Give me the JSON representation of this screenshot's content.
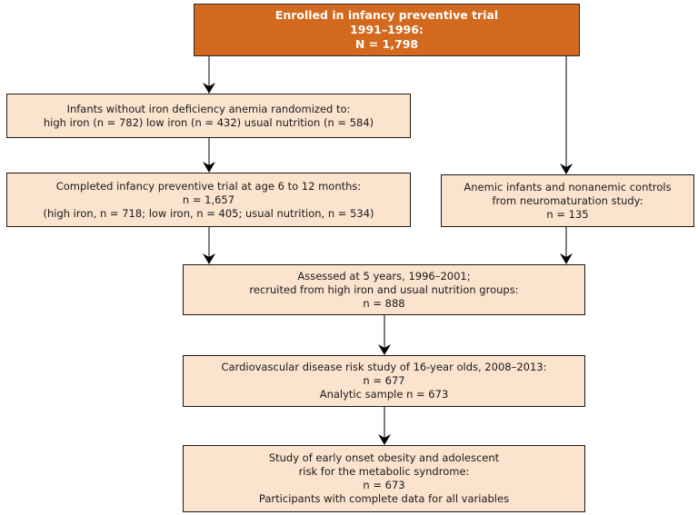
{
  "figure": {
    "type": "flowchart",
    "description": "Participant flow diagram of an infancy preventive trial followed to adolescence"
  },
  "colors": {
    "highlight_box_bg": "#d2691e",
    "highlight_box_text": "#ffffff",
    "box_bg": "#fbe3ce",
    "box_border": "#1a1a1a",
    "box_text": "#1a1a1a",
    "arrow": "#000000"
  },
  "boxes": {
    "enrolled": {
      "lines": [
        "Enrolled in infancy preventive trial",
        "1991–1996:",
        "N = 1,798"
      ]
    },
    "randomized": {
      "lines": [
        "Infants without iron deficiency anemia randomized to:",
        "high iron (n = 782) low iron (n = 432) usual nutrition (n = 584)"
      ]
    },
    "completed": {
      "lines": [
        "Completed infancy preventive trial at age 6 to 12 months:",
        "n = 1,657",
        "(high iron, n = 718; low iron, n = 405; usual nutrition, n = 534)"
      ]
    },
    "anemic": {
      "lines": [
        "Anemic infants and nonanemic controls",
        "from neuromaturation study:",
        "n = 135"
      ]
    },
    "assessed": {
      "lines": [
        "Assessed at 5 years, 1996–2001;",
        "recruited from high iron and usual nutrition groups:",
        "n = 888"
      ]
    },
    "cvd": {
      "lines": [
        "Cardiovascular disease risk study of 16-year olds, 2008–2013:",
        "n = 677",
        "Analytic sample n = 673"
      ]
    },
    "obesity": {
      "lines": [
        "Study of early onset obesity and adolescent",
        "risk for the metabolic syndrome:",
        "n = 673",
        "Participants with complete data for all variables"
      ]
    }
  }
}
